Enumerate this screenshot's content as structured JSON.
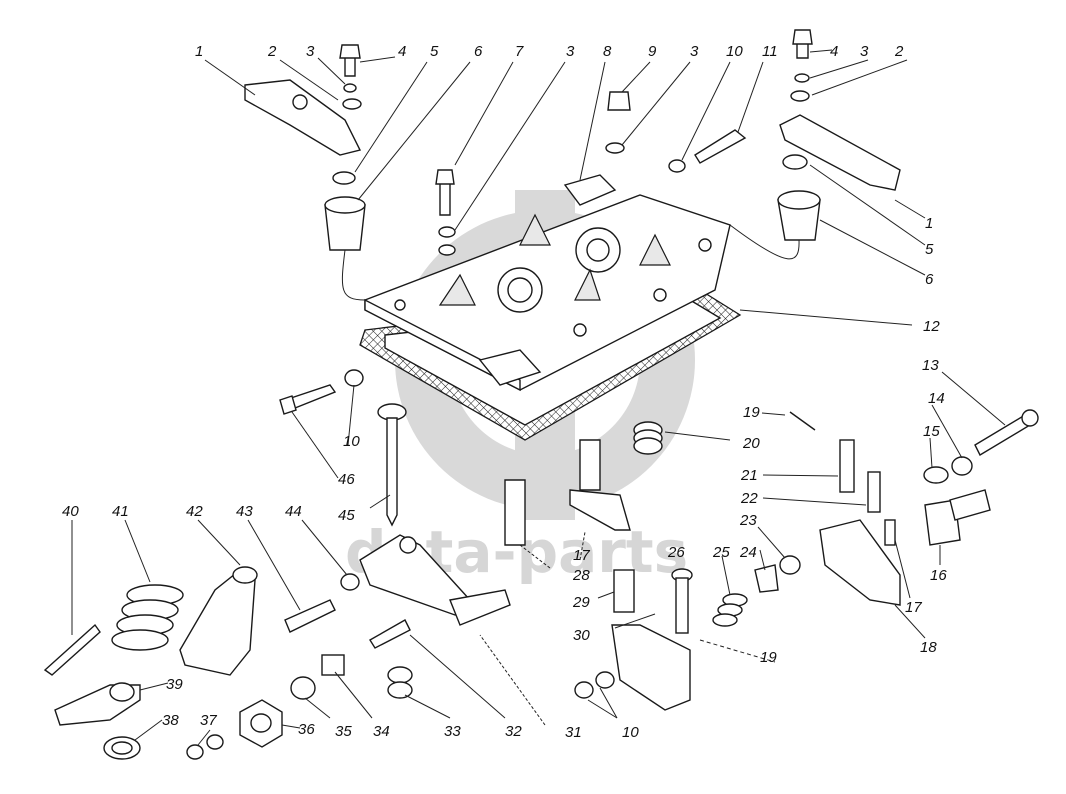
{
  "diagram": {
    "type": "exploded-parts-view",
    "watermark": "data-parts",
    "callouts": [
      {
        "id": "c1a",
        "label": "1"
      },
      {
        "id": "c2a",
        "label": "2"
      },
      {
        "id": "c3a",
        "label": "3"
      },
      {
        "id": "c4a",
        "label": "4"
      },
      {
        "id": "c5a",
        "label": "5"
      },
      {
        "id": "c6a",
        "label": "6"
      },
      {
        "id": "c7",
        "label": "7"
      },
      {
        "id": "c3b",
        "label": "3"
      },
      {
        "id": "c8",
        "label": "8"
      },
      {
        "id": "c9",
        "label": "9"
      },
      {
        "id": "c3c",
        "label": "3"
      },
      {
        "id": "c10a",
        "label": "10"
      },
      {
        "id": "c11",
        "label": "11"
      },
      {
        "id": "c4b",
        "label": "4"
      },
      {
        "id": "c3d",
        "label": "3"
      },
      {
        "id": "c2b",
        "label": "2"
      },
      {
        "id": "c1b",
        "label": "1"
      },
      {
        "id": "c5b",
        "label": "5"
      },
      {
        "id": "c6b",
        "label": "6"
      },
      {
        "id": "c12",
        "label": "12"
      },
      {
        "id": "c13",
        "label": "13"
      },
      {
        "id": "c14",
        "label": "14"
      },
      {
        "id": "c15",
        "label": "15"
      },
      {
        "id": "c16",
        "label": "16"
      },
      {
        "id": "c17a",
        "label": "17"
      },
      {
        "id": "c18",
        "label": "18"
      },
      {
        "id": "c19a",
        "label": "19"
      },
      {
        "id": "c20",
        "label": "20"
      },
      {
        "id": "c21",
        "label": "21"
      },
      {
        "id": "c22",
        "label": "22"
      },
      {
        "id": "c23",
        "label": "23"
      },
      {
        "id": "c24",
        "label": "24"
      },
      {
        "id": "c25",
        "label": "25"
      },
      {
        "id": "c26",
        "label": "26"
      },
      {
        "id": "c17b",
        "label": "17"
      },
      {
        "id": "c28",
        "label": "28"
      },
      {
        "id": "c29",
        "label": "29"
      },
      {
        "id": "c30",
        "label": "30"
      },
      {
        "id": "c19b",
        "label": "19"
      },
      {
        "id": "c10b",
        "label": "10"
      },
      {
        "id": "c31",
        "label": "31"
      },
      {
        "id": "c32",
        "label": "32"
      },
      {
        "id": "c33",
        "label": "33"
      },
      {
        "id": "c34",
        "label": "34"
      },
      {
        "id": "c35",
        "label": "35"
      },
      {
        "id": "c36",
        "label": "36"
      },
      {
        "id": "c37",
        "label": "37"
      },
      {
        "id": "c38",
        "label": "38"
      },
      {
        "id": "c39",
        "label": "39"
      },
      {
        "id": "c40",
        "label": "40"
      },
      {
        "id": "c41",
        "label": "41"
      },
      {
        "id": "c42",
        "label": "42"
      },
      {
        "id": "c43",
        "label": "43"
      },
      {
        "id": "c44",
        "label": "44"
      },
      {
        "id": "c45",
        "label": "45"
      },
      {
        "id": "c10c",
        "label": "10"
      },
      {
        "id": "c46",
        "label": "46"
      }
    ]
  }
}
